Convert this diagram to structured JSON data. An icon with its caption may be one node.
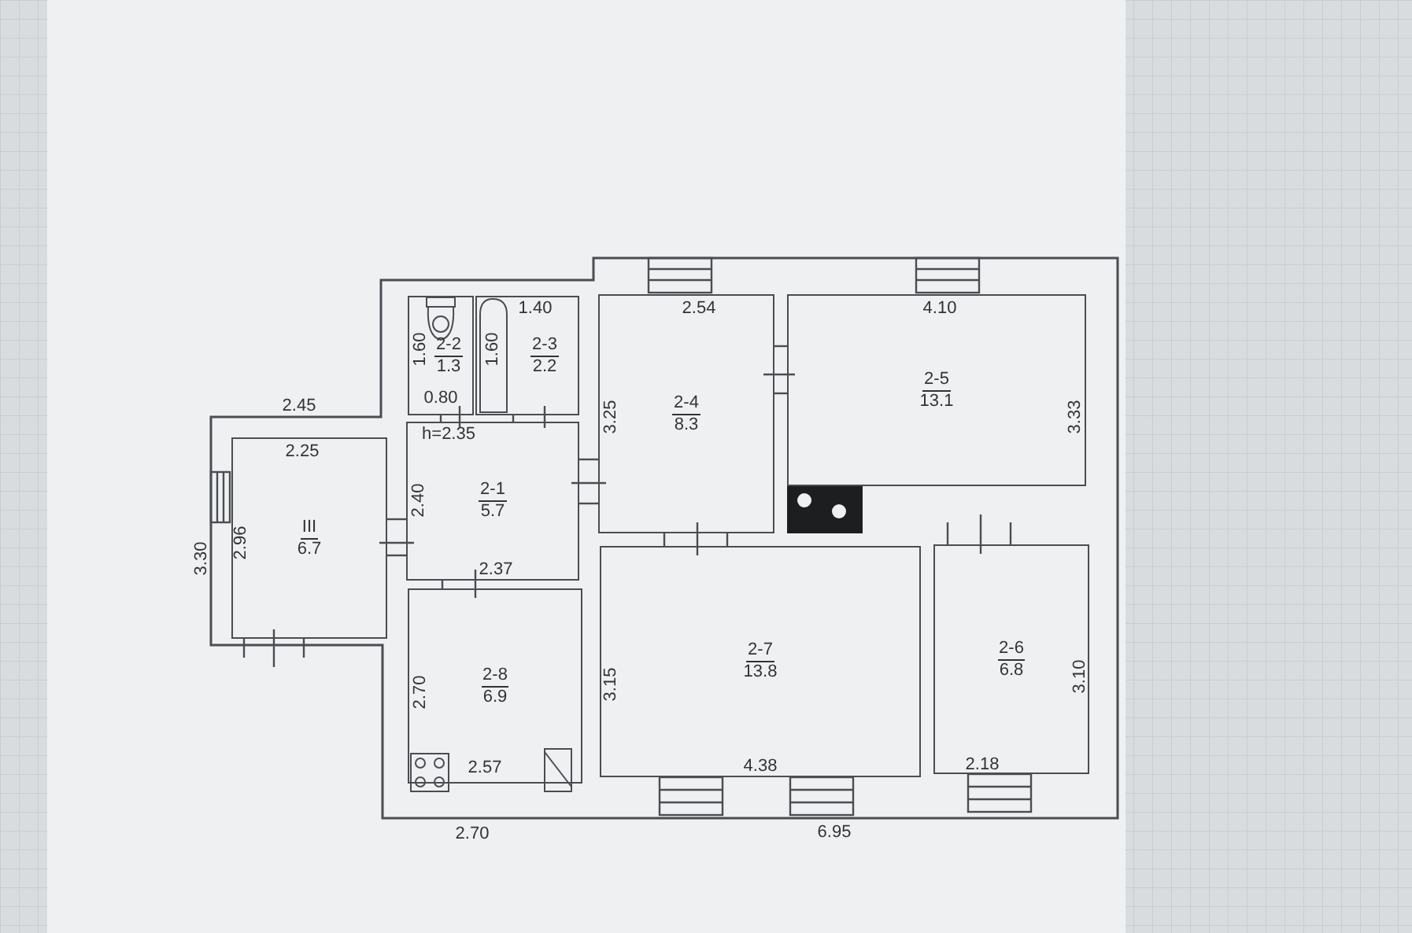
{
  "diagram": {
    "nodes": [
      {
        "text": [
          "2-2",
          "1.3"
        ]
      },
      {
        "text": [
          "2-3",
          "2.2"
        ]
      },
      {
        "text": [
          "2-4",
          "8.3"
        ]
      },
      {
        "text": [
          "2-5",
          "13.1"
        ]
      },
      {
        "text": [
          "III",
          "6.7"
        ]
      },
      {
        "text": [
          "2-1",
          "5.7"
        ]
      },
      {
        "text": [
          "2-7",
          "13.8"
        ]
      },
      {
        "text": [
          "2-6",
          "6.8"
        ]
      },
      {
        "text": [
          "2-8",
          "6.9"
        ]
      }
    ],
    "labels": [
      "1.40",
      "2.54",
      "4.10",
      "1.60",
      "1.60",
      "0.80",
      "2.45",
      "3.25",
      "3.33",
      "h=2.35",
      "2.25",
      "2.40",
      "2.96",
      "3.30",
      "2.37",
      "3.15",
      "3.10",
      "2.70",
      "2.57",
      "4.38",
      "2.18",
      "2.70",
      "6.95"
    ]
  }
}
